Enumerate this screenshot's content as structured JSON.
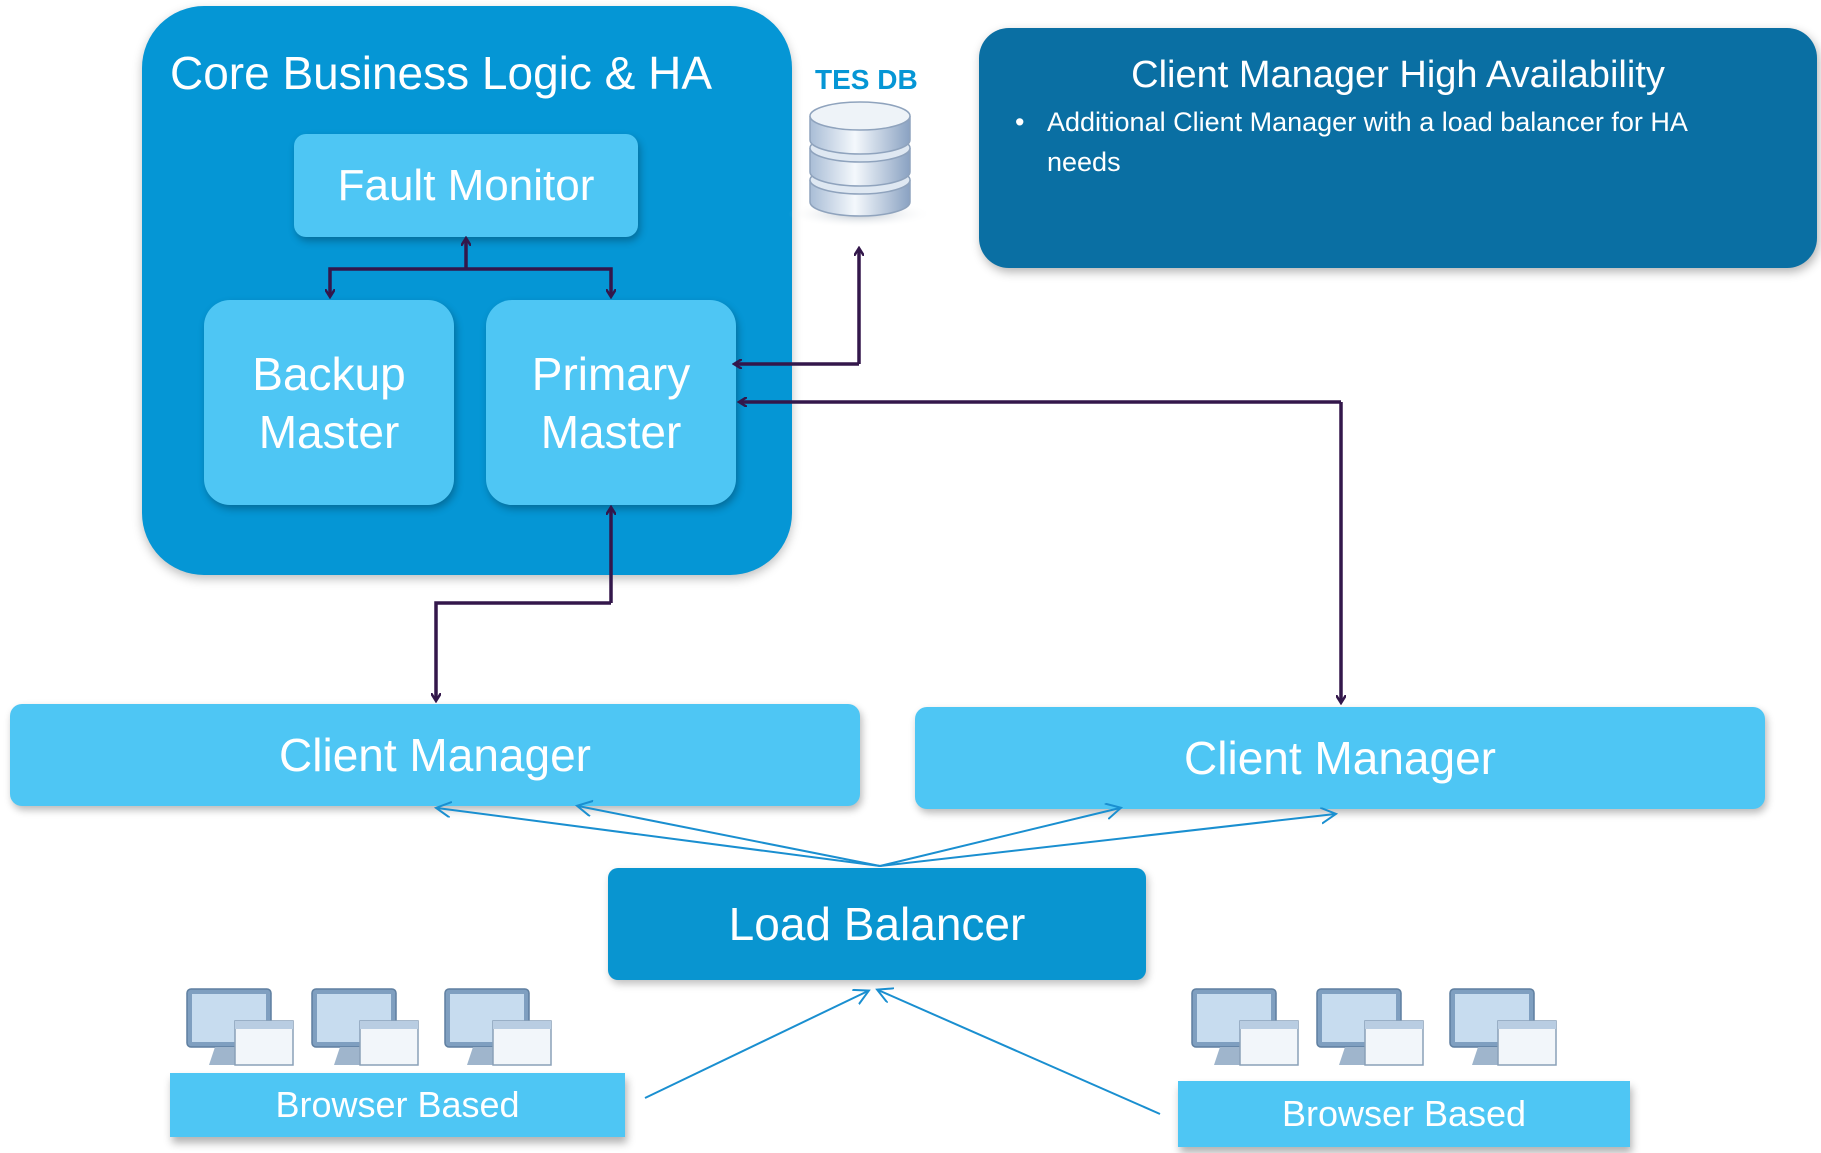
{
  "core": {
    "title": "Core Business Logic & HA"
  },
  "nodes": {
    "fault_monitor": "Fault Monitor",
    "backup_master": [
      "Backup",
      "Master"
    ],
    "primary_master": [
      "Primary",
      "Master"
    ],
    "client_manager_1": "Client Manager",
    "client_manager_2": "Client Manager",
    "load_balancer": "Load Balancer",
    "browser_1": "Browser Based",
    "browser_2": "Browser Based"
  },
  "db": {
    "label": "TES DB"
  },
  "info": {
    "title": "Client Manager High Availability",
    "bullets": [
      "Additional Client Manager with a load balancer for HA needs"
    ]
  },
  "colors": {
    "core_blue": "#0596d5",
    "light_blue": "#4ec6f4",
    "info_blue": "#0a6fa3",
    "dark_arrow": "#33174b",
    "thin_arrow": "#1a8fd0"
  },
  "icons": [
    "database-icon",
    "computer-monitor-icon"
  ]
}
